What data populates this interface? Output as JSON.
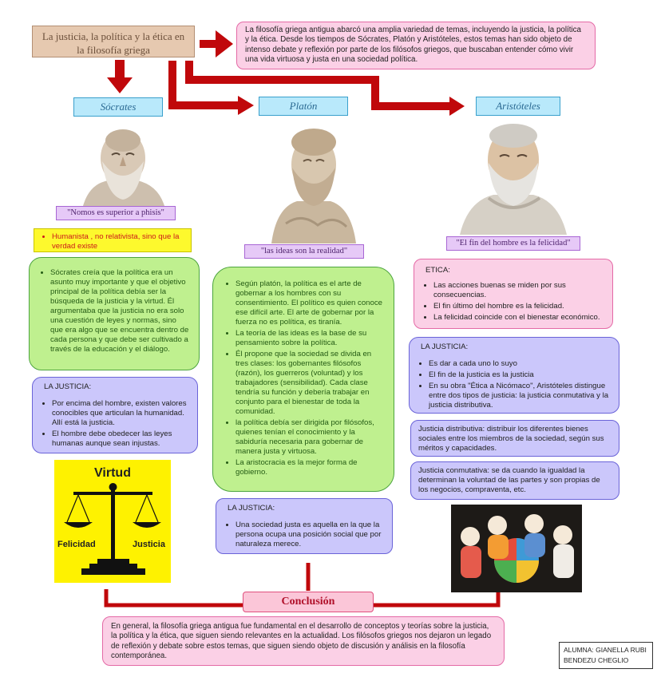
{
  "header": {
    "title": "La justicia, la política y la ética en la filosofía griega",
    "intro": "La filosofía griega antigua abarcó una amplia variedad de temas, incluyendo la justicia, la política y la ética. Desde los tiempos de Sócrates, Platón y Aristóteles, estos temas han sido objeto de intenso debate y reflexión por parte de los filósofos griegos, que buscaban entender cómo vivir una vida virtuosa y justa en una sociedad política."
  },
  "socrates": {
    "name": "Sócrates",
    "quote": "\"Nomos es superior a phisis\"",
    "traits": [
      "Humanista , no relativista, sino que la verdad existe"
    ],
    "politics": [
      "Sócrates creía que la política era un asunto muy importante y que el objetivo principal de la política debía ser la búsqueda de la justicia y la virtud. Él argumentaba que la justicia no era solo una cuestión de leyes y normas, sino que era algo que se encuentra dentro de cada persona y que debe ser cultivado a través de la educación y el diálogo."
    ],
    "justice_heading": "LA JUSTICIA:",
    "justice": [
      "Por encima del hombre, existen valores conocibles que articulan la humanidad. Allí está la justicia.",
      "El hombre debe obedecer las leyes humanas aunque sean injustas."
    ],
    "image": {
      "title": "Virtud",
      "left": "Felicidad",
      "right": "Justicia"
    }
  },
  "platon": {
    "name": "Platón",
    "quote": "\"las ideas son la realidad\"",
    "points": [
      "Según platón, la política es el arte de gobernar a los hombres con su consentimiento. El político es quien conoce ese difícil arte. El arte de gobernar por la fuerza no es política, es tiranía.",
      "La teoría de las ideas es la base de su pensamiento sobre la política.",
      "Él propone que la sociedad se divida en tres clases: los gobernantes filósofos (razón), los guerreros (voluntad) y los trabajadores (sensibilidad). Cada clase tendría su función y debería trabajar en conjunto para el bienestar de toda la comunidad.",
      "la política debía ser dirigida por filósofos, quienes tenían el conocimiento y la sabiduría necesaria  para gobernar de manera justa y virtuosa.",
      "La aristocracia es la mejor forma de gobierno."
    ],
    "justice_heading": "LA JUSTICIA:",
    "justice": [
      "Una sociedad justa es aquella en la que la persona ocupa una posición social que por naturaleza merece."
    ]
  },
  "aristoteles": {
    "name": "Aristóteles",
    "quote": "\"El fin del hombre es la felicidad\"",
    "ethics_heading": "ETICA:",
    "ethics": [
      "Las acciones buenas se miden por sus consecuencias.",
      "El fin último del hombre es la felicidad.",
      "La felicidad coincide con el bienestar económico."
    ],
    "justice_heading": "LA JUSTICIA:",
    "justice": [
      "Es dar a cada uno lo suyo",
      "El fin de la justicia es la justicia",
      "En su obra \"Ética a Nicómaco\", Aristóteles distingue entre dos tipos de justicia: la justicia conmutativa y la justicia distributiva."
    ],
    "distributive": "Justicia distributiva: distribuir los diferentes bienes sociales entre los miembros de la sociedad, según sus méritos y capacidades.",
    "commutative": "Justicia conmutativa: se da cuando la igualdad la determinan la voluntad de las partes y son propias de los negocios, compraventa, etc."
  },
  "conclusion": {
    "title": "Conclusión",
    "text": "En general, la filosofía griega antigua fue fundamental en el desarrollo de conceptos y teorías sobre la justicia, la política y la ética, que siguen siendo relevantes en la actualidad. Los filósofos griegos nos dejaron un legado de reflexión y debate sobre estos temas, que siguen siendo objeto de discusión y análisis en la filosofía contemporánea."
  },
  "author": {
    "line1": "ALUMNA: GIANELLA RUBI",
    "line2": "BENDEZU CHEGLIO"
  },
  "colors": {
    "arrow": "#c0080b",
    "pink": "#fbd0e6",
    "purple": "#cbc7fb",
    "green": "#bff08f",
    "cyan": "#b9e9fb",
    "yellow": "#fdf92d"
  },
  "icons": [
    "socrates-bust-icon",
    "platon-statue-icon",
    "aristoteles-bust-icon",
    "scale-icon",
    "group-discussion-icon"
  ]
}
